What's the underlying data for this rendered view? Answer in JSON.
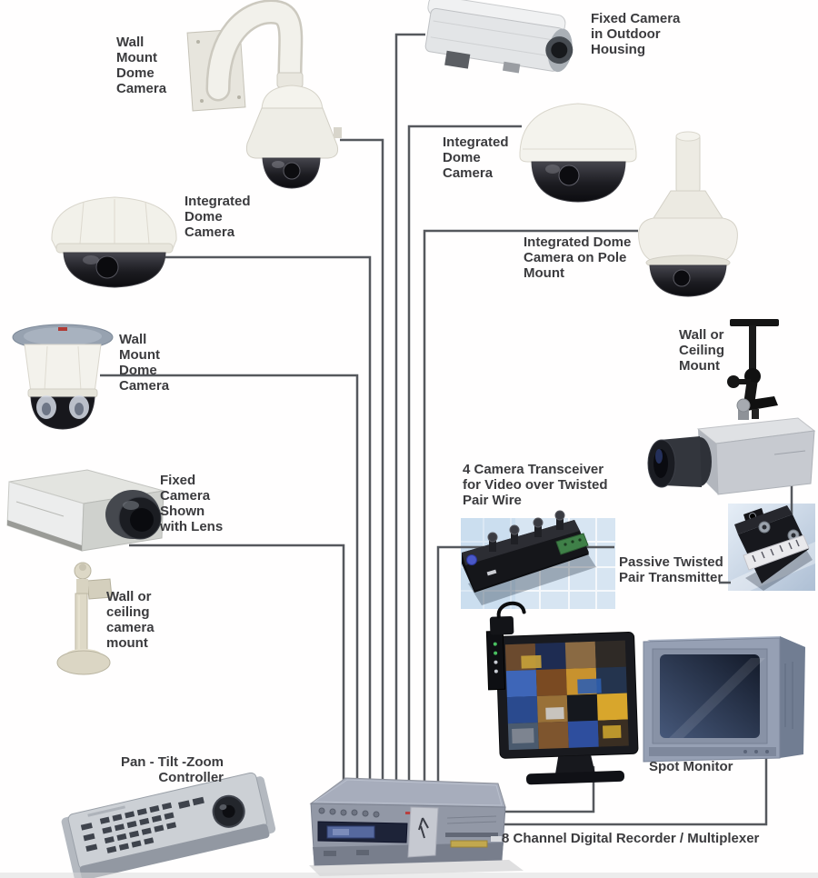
{
  "diagram": {
    "title_hint": "CCTV system component diagram",
    "labels": {
      "wall_mount_dome_top": "Wall\nMount\nDome\nCamera",
      "fixed_outdoor_housing": "Fixed Camera\nin Outdoor\nHousing",
      "integrated_dome_left": "Integrated\nDome\nCamera",
      "integrated_dome_center": "Integrated\nDome\nCamera",
      "integrated_dome_pole": "Integrated Dome\nCamera on Pole\nMount",
      "wall_or_ceiling_mount": "Wall or\nCeiling\nMount",
      "wall_mount_dome_left": "Wall\nMount\nDome\nCamera",
      "fixed_camera_lens": "Fixed\nCamera\nShown\nwith Lens",
      "camera_transceiver": "4 Camera Transceiver\nfor Video over Twisted\nPair Wire",
      "wall_ceiling_camera_mount": "Wall or\nceiling\ncamera\nmount",
      "passive_transmitter": "Passive Twisted\nPair Transmitter",
      "spot_monitor": "Spot Monitor",
      "ptz_controller": "Pan - Tilt -Zoom\nController",
      "recorder": "8 Channel Digital Recorder / Multiplexer"
    },
    "colors": {
      "background": "#fffefe",
      "wire": "#55585d",
      "label_text": "#3b3b3e",
      "camera_body": "#f0efe8",
      "dome_dark": "#1c1c21",
      "gray_cap": "#97a2b0",
      "transceiver_photo_bg": "#d7e5f2",
      "transmitter_photo_bg": "#cfdceb",
      "device_black": "#17181d",
      "green_terminal": "#3f8048",
      "blue_connector": "#4a58c8",
      "recorder_body": "#9298a6",
      "recorder_display": "#1d2338",
      "recorder_display_inner": "#56699e",
      "recorder_accent_yellow": "#c2a84e",
      "crt_body": "#96a0b4",
      "lcd_frame": "#191a1f",
      "led_green": "#49c060"
    },
    "screen_tiles": [
      "#6b4a2e",
      "#1e2c52",
      "#8a6a43",
      "#2f2a26",
      "#3e66b8",
      "#7a4a22",
      "#c8922e",
      "#24344e",
      "#2a4a8e",
      "#997138",
      "#15181e",
      "#d8a62c",
      "#4a5a6e",
      "#7e552e",
      "#2e4e9e",
      "#3a2e22"
    ]
  }
}
